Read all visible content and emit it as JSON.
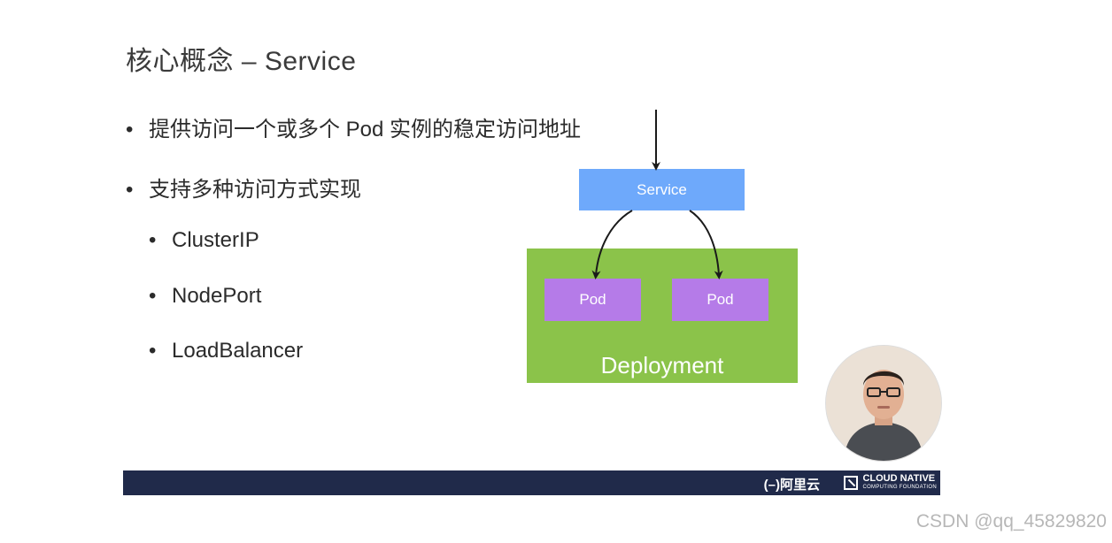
{
  "slide": {
    "title": "核心概念 – Service",
    "bullets": [
      "提供访问一个或多个 Pod 实例的稳定访问地址",
      "支持多种访问方式实现"
    ],
    "sub_bullets": [
      "ClusterIP",
      "NodePort",
      "LoadBalancer"
    ],
    "bullet_char": "•"
  },
  "diagram": {
    "service_label": "Service",
    "pod_labels": [
      "Pod",
      "Pod"
    ],
    "deployment_label": "Deployment",
    "colors": {
      "service": "#6ea9fb",
      "deployment": "#8bc34a",
      "pod": "#b57be8",
      "arrow": "#1a1a1a"
    }
  },
  "footer": {
    "aliyun_logo": "(–)阿里云",
    "cncf_line1": "CLOUD NATIVE",
    "cncf_line2": "COMPUTING FOUNDATION",
    "bar_color": "#202a4a"
  },
  "watermark": "CSDN @qq_45829820",
  "presenter": {
    "icon": "presenter-avatar-icon"
  }
}
